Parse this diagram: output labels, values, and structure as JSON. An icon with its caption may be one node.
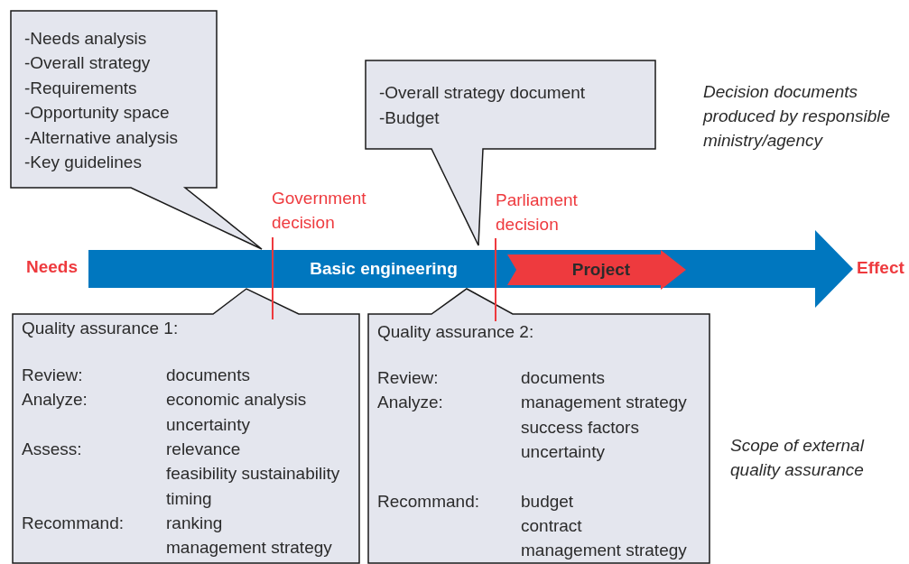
{
  "diagram": {
    "nodes": [
      {
        "text": [
          "-Needs analysis",
          "-Overall strategy",
          "-Requirements",
          "-Opportunity space",
          "-Alternative analysis",
          "-Key guidelines"
        ]
      },
      {
        "text": [
          "-Overall strategy document",
          "-Budget"
        ]
      },
      {
        "text": [
          "Basic engineering"
        ]
      },
      {
        "text": [
          "Project"
        ],
        "in": 2
      },
      {
        "text": [
          "Quality assurance 1:",
          "Review:",
          "documents",
          "Analyze:",
          "economic analysis",
          "uncertainty",
          "Assess:",
          "relevance",
          "feasibility sustainability",
          "timing",
          "Recommand:",
          "ranking",
          "management strategy"
        ]
      },
      {
        "text": [
          "Quality assurance 2:",
          "Review:",
          "documents",
          "Analyze:",
          "management strategy",
          "success factors",
          "uncertainty",
          "Recommand:",
          "budget",
          "contract",
          "management strategy"
        ]
      }
    ],
    "labels": [
      "Decision documents produced by responsible ministry/agency",
      "Government decision",
      "Parliament decision",
      "Needs",
      "Effect",
      "Scope of external quality assurance"
    ]
  }
}
